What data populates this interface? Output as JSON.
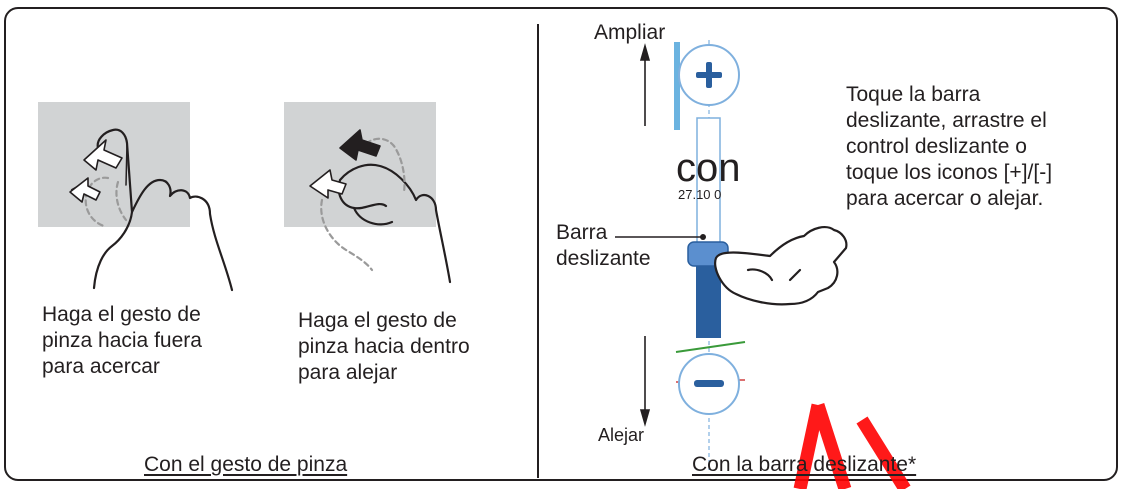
{
  "pinch": {
    "zoom_in_caption": "Haga el gesto de\npinza hacia fuera\npara acercar",
    "zoom_out_caption": "Haga el gesto de\npinza hacia dentro\npara alejar",
    "section_title": "Con el gesto de pinza"
  },
  "slider": {
    "zoom_in_label": "Ampliar",
    "zoom_out_label": "Alejar",
    "bar_label": "Barra\ndeslizante",
    "instruction": "Toque la barra\ndeslizante, arrastre el\ncontrol deslizante o\ntoque los iconos [+]/[-]\npara acercar o alejar.",
    "section_title": "Con la barra deslizante*",
    "background_word": "con",
    "background_number": "27.10 0"
  },
  "colors": {
    "slider_blue": "#2a5f9e",
    "thumb_blue": "#5b8fcf",
    "button_ring": "#7fb0de",
    "screen_gray": "#d1d3d4",
    "watermark": "#ff0000"
  },
  "icons": [
    "pinch-out-hand-icon",
    "pinch-in-hand-icon",
    "tap-hand-icon",
    "plus-icon",
    "minus-icon"
  ]
}
